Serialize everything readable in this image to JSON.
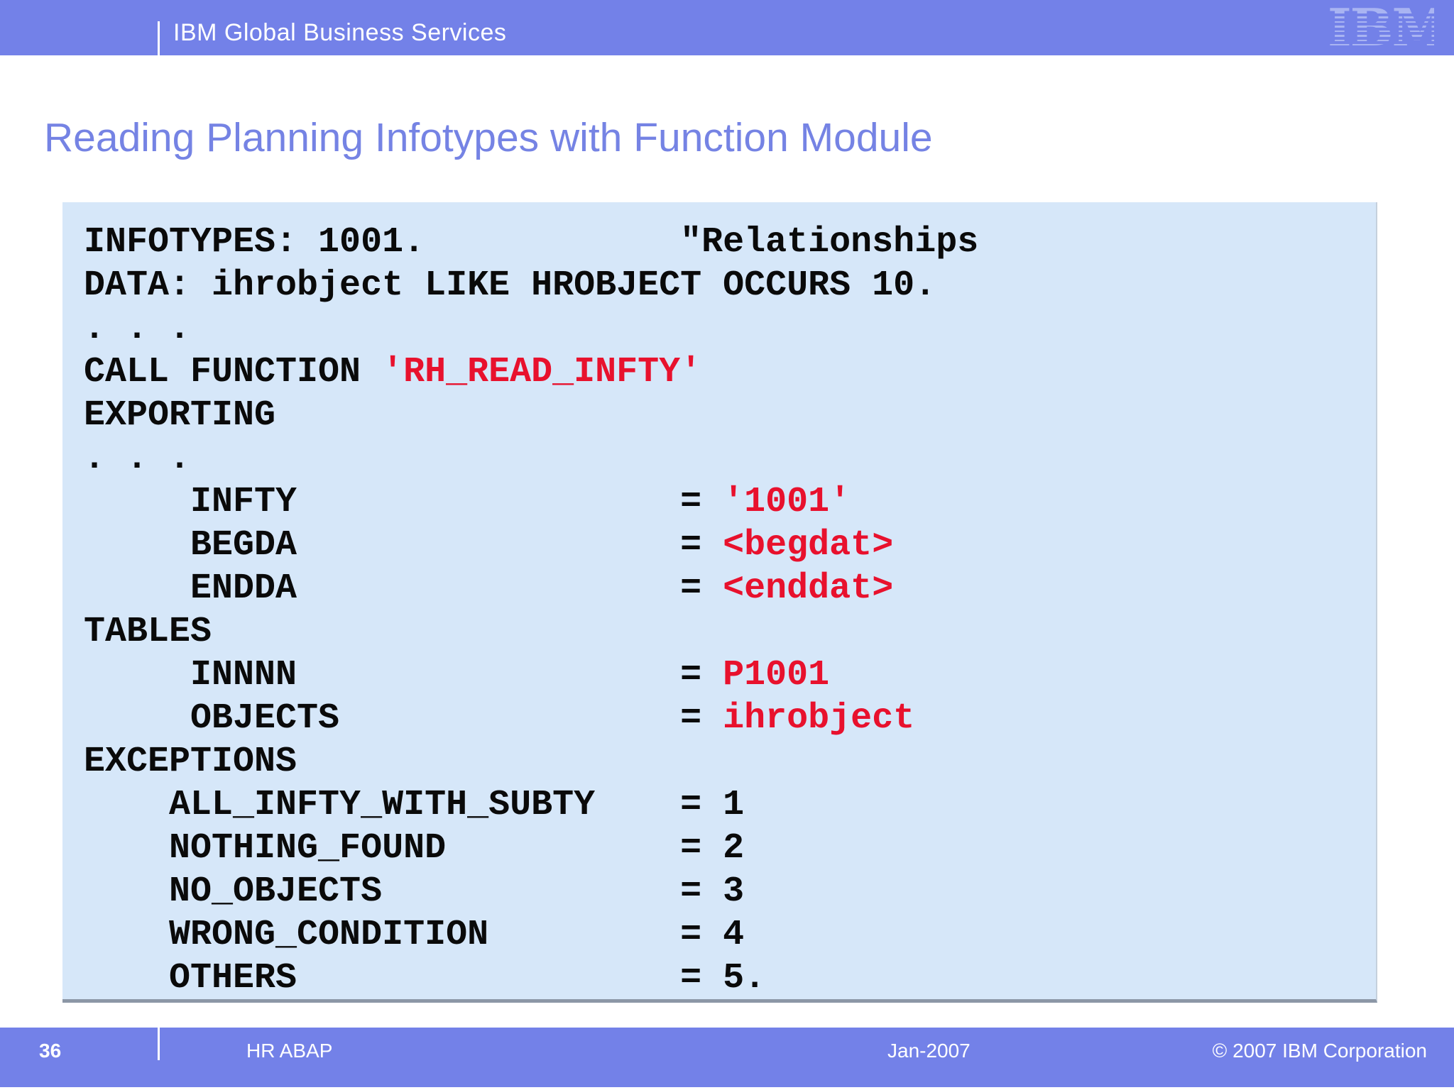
{
  "header": {
    "brand": "IBM Global Business Services",
    "logo": "IBM"
  },
  "title": "Reading Planning Infotypes with Function Module",
  "code": {
    "lines": [
      {
        "pre": "INFOTYPES: 1001.            \"Relationships"
      },
      {
        "pre": "DATA: ihrobject LIKE HROBJECT OCCURS 10."
      },
      {
        "pre": ". . ."
      },
      {
        "pre": "CALL FUNCTION ",
        "val": "'RH_READ_INFTY'"
      },
      {
        "pre": "EXPORTING"
      },
      {
        "pre": ". . ."
      },
      {
        "pre": "     INFTY                  = ",
        "val": "'1001'"
      },
      {
        "pre": "     BEGDA                  = ",
        "val": "<begdat>"
      },
      {
        "pre": "     ENDDA                  = ",
        "val": "<enddat>"
      },
      {
        "pre": "TABLES"
      },
      {
        "pre": "     INNNN                  = ",
        "val": "P1001"
      },
      {
        "pre": "     OBJECTS                = ",
        "val": "ihrobject"
      },
      {
        "pre": "EXCEPTIONS"
      },
      {
        "pre": "    ALL_INFTY_WITH_SUBTY    = 1"
      },
      {
        "pre": "    NOTHING_FOUND           = 2"
      },
      {
        "pre": "    NO_OBJECTS              = 3"
      },
      {
        "pre": "    WRONG_CONDITION         = 4"
      },
      {
        "pre": "    OTHERS                  = 5."
      }
    ]
  },
  "footer": {
    "page_number": "36",
    "course": "HR ABAP",
    "date": "Jan-2007",
    "copyright": "© 2007 IBM Corporation"
  },
  "colors": {
    "bar_blue": "#7381e8",
    "title_blue": "#7583e4",
    "code_background": "#d6e7f9",
    "code_red": "#e8112d",
    "code_text": "#0a0a0a",
    "logo_light_blue": "#a9b4f2",
    "code_shadow_gray": "#8c97a6",
    "text_white": "#ffffff"
  }
}
